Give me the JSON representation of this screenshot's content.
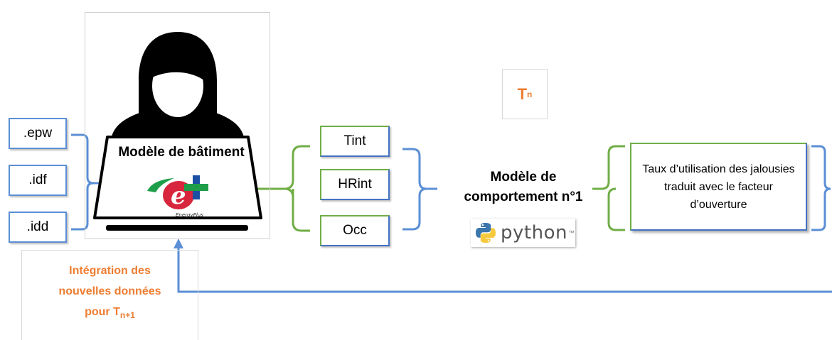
{
  "inputs": {
    "files": [
      ".epw",
      ".idf",
      ".idd"
    ]
  },
  "building_model": {
    "label": "Modèle de bâtiment",
    "logo_text": "EnergyPlus"
  },
  "variables": [
    "Tint",
    "HRint",
    "Occ"
  ],
  "behavior_model": {
    "title_line1": "Modèle de",
    "title_line2": "comportement n°1",
    "python_label": "python",
    "trademark": "™"
  },
  "output": {
    "text": "Taux d’utilisation des jalousies traduit avec le facteur d’ouverture"
  },
  "time_step": {
    "label": "T",
    "subscript": "n"
  },
  "feedback": {
    "line1": "Intégration des",
    "line2": "nouvelles données",
    "line3_prefix": "pour T",
    "line3_subscript": "n+1"
  },
  "colors": {
    "accent_orange": "#ed7d31",
    "blue_line": "#5b8fd6",
    "green_border": "#70ad47",
    "energyplus_red": "#d7263d",
    "energyplus_green": "#1f9e4a",
    "energyplus_blue": "#1a4fa3"
  }
}
